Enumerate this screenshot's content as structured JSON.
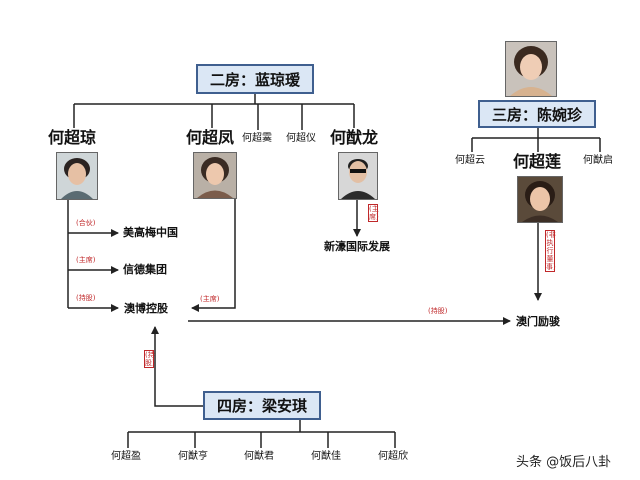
{
  "houses": {
    "second": "二房：蓝琼瑷",
    "third": "三房：陈婉珍",
    "fourth": "四房：梁安琪"
  },
  "children": {
    "he_chaoqiong": "何超琼",
    "he_chaofeng": "何超凤",
    "he_chaoying": "何超霙",
    "he_chaoyi": "何超仪",
    "he_youlong": "何猷龙",
    "he_chaoyun": "何超云",
    "he_chaolian": "何超莲",
    "he_youqi": "何猷启",
    "he_chaoying2": "何超盈",
    "he_youheng": "何猷亨",
    "he_youjun": "何猷君",
    "he_youjia": "何猷佳",
    "he_chaoxin": "何超欣"
  },
  "companies": {
    "meigaomei": "美高梅中国",
    "xinde": "信德集团",
    "aobo": "澳博控股",
    "xinhao": "新濠国际发展",
    "aomen_lijun": "澳门励骏"
  },
  "relations": {
    "hehuo": "(合伙)",
    "zhuxi1": "(主席)",
    "chigu1": "(持股)",
    "zhuxi2": "(主席)",
    "chigu2": "(持股)",
    "zhuxi3": "(主席)",
    "feizhixing": "(非执行董事)",
    "chigu3": "(持股)"
  },
  "watermark": "头条 @饭后八卦",
  "colors": {
    "node_fill": "#dbe7f5",
    "node_border": "#3f5f8f",
    "line": "#222222",
    "relation_text": "#c0282a"
  }
}
